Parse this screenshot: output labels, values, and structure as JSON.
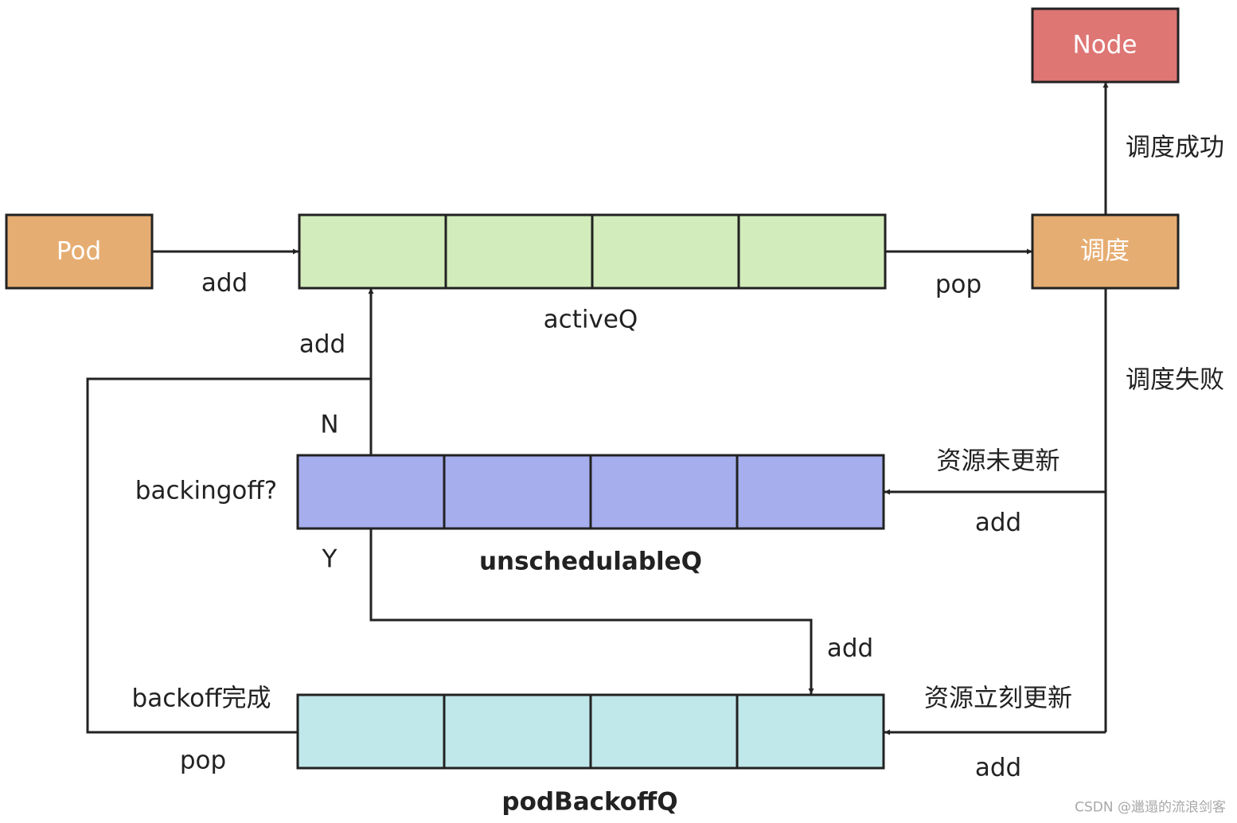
{
  "nodes": {
    "pod": {
      "label": "Pod",
      "fill": "#e6ad72"
    },
    "node": {
      "label": "Node",
      "fill": "#de7674"
    },
    "schedule": {
      "label": "调度",
      "fill": "#e6ad72"
    }
  },
  "queues": {
    "activeQ": {
      "label": "activeQ",
      "fill": "#d2ecbb",
      "cells": 4
    },
    "unschedulableQ": {
      "label": "unschedulableQ",
      "fill": "#a6aeee",
      "cells": 4
    },
    "podBackoffQ": {
      "label": "podBackoffQ",
      "fill": "#c0e7e9",
      "cells": 4
    }
  },
  "edge_labels": {
    "pod_to_active": "add",
    "active_to_schedule": "pop",
    "schedule_success": "调度成功",
    "schedule_fail": "调度失败",
    "resource_not_updated": "资源未更新",
    "to_unschedulable": "add",
    "to_active_from_check": "add",
    "backing_off_check": "backingoff?",
    "branch_no": "N",
    "branch_yes": "Y",
    "to_backoff_from_unsched": "add",
    "resource_updated_now": "资源立刻更新",
    "to_backoff_from_schedule": "add",
    "backoff_done": "backoff完成",
    "backoff_pop": "pop"
  },
  "watermark": "CSDN @邋遢的流浪剑客",
  "colors": {
    "stroke": "#222222",
    "text": "#222222"
  }
}
